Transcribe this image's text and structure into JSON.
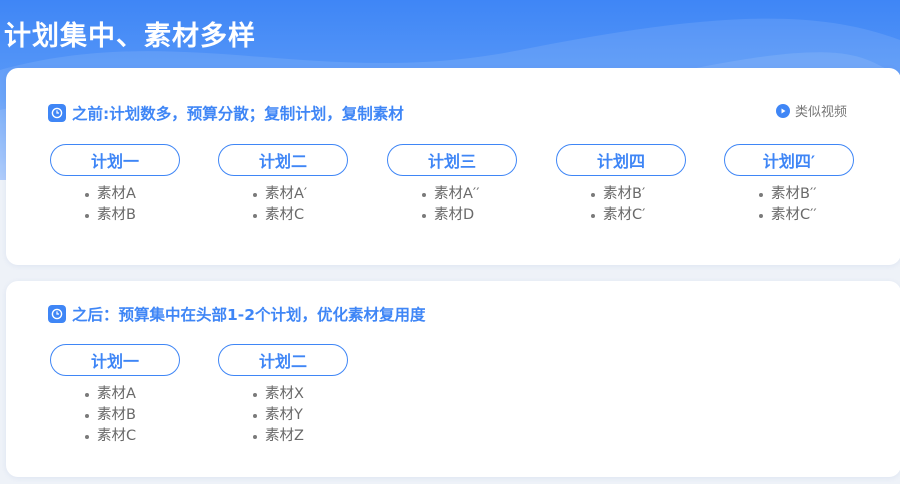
{
  "header": {
    "title": "计划集中、素材多样"
  },
  "before": {
    "heading": "之前:计划数多，预算分散；复制计划，复制素材",
    "legend": "类似视频",
    "plans": [
      {
        "label": "计划一",
        "assets": [
          "素材A",
          "素材B"
        ]
      },
      {
        "label": "计划二",
        "assets": [
          "素材A′",
          "素材C"
        ]
      },
      {
        "label": "计划三",
        "assets": [
          "素材A′′",
          "素材D"
        ]
      },
      {
        "label": "计划四",
        "assets": [
          "素材B′",
          "素材C′"
        ]
      },
      {
        "label": "计划四′",
        "assets": [
          "素材B′′",
          "素材C′′"
        ]
      }
    ]
  },
  "after": {
    "heading": "之后：预算集中在头部1-2个计划，优化素材复用度",
    "plans": [
      {
        "label": "计划一",
        "assets": [
          "素材A",
          "素材B",
          "素材C"
        ]
      },
      {
        "label": "计划二",
        "assets": [
          "素材X",
          "素材Y",
          "素材Z"
        ]
      }
    ]
  },
  "colors": {
    "accent": "#3f86f6",
    "text_muted": "#6a6a6a"
  },
  "icons": {
    "section": "clock-icon",
    "legend": "play-icon"
  }
}
